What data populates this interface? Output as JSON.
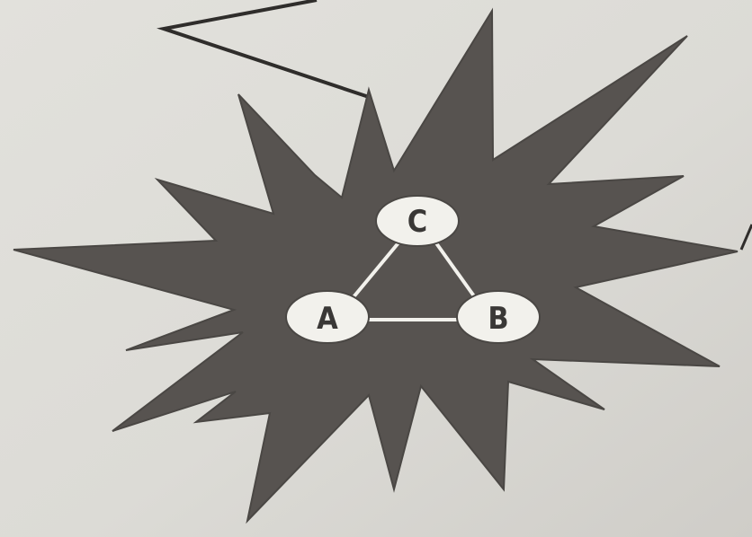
{
  "diagram": {
    "nodes": [
      {
        "id": "C",
        "label": "C"
      },
      {
        "id": "A",
        "label": "A"
      },
      {
        "id": "B",
        "label": "B"
      }
    ],
    "edges": [
      {
        "from": "C",
        "to": "A"
      },
      {
        "from": "C",
        "to": "B"
      },
      {
        "from": "A",
        "to": "B"
      }
    ],
    "colors": {
      "background": "#dcdbd6",
      "starburst": "#575350",
      "node_fill": "#f2f1ec",
      "line": "#2f2d2b",
      "edge": "#f2f1ec"
    }
  }
}
